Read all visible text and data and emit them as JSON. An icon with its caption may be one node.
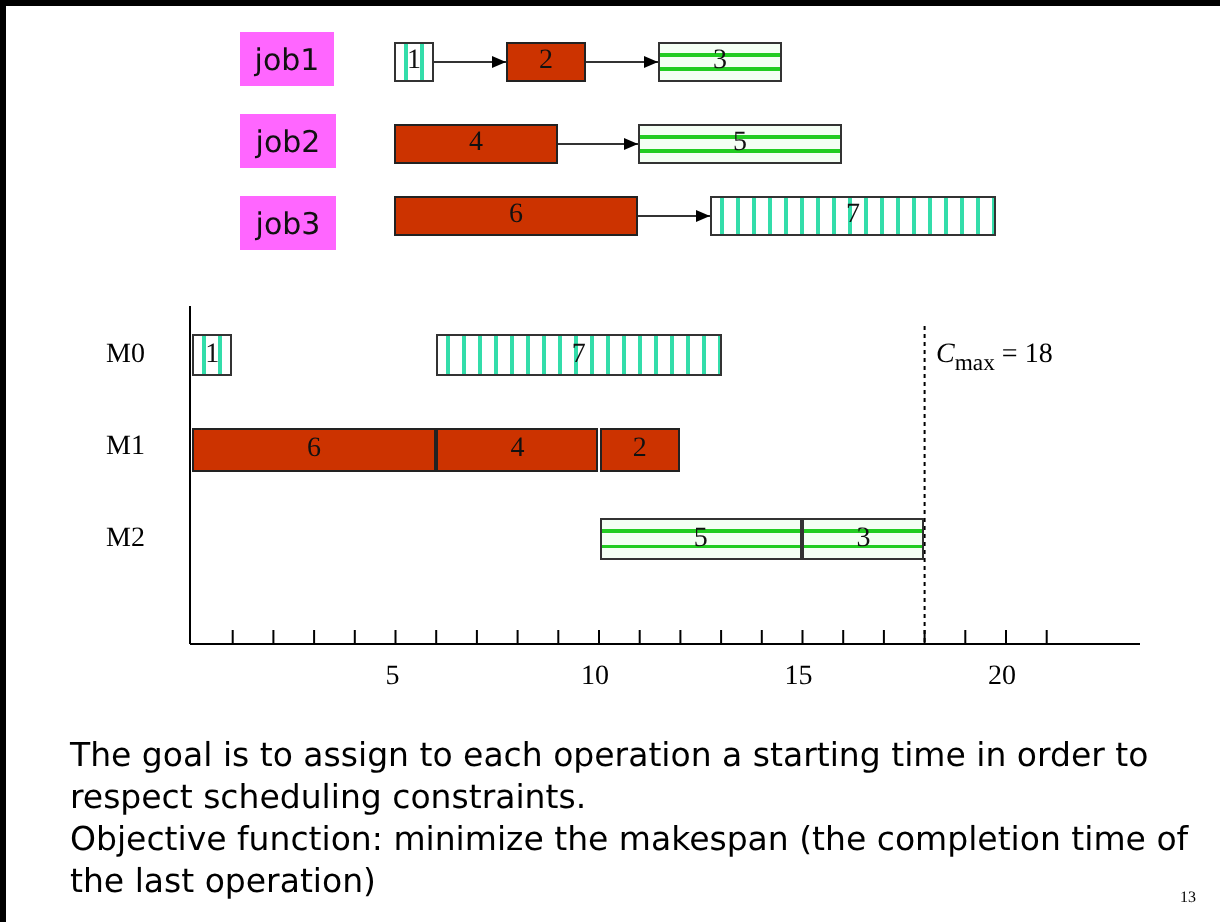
{
  "diagram": {
    "nodes": [
      {
        "text": [
          "job1"
        ]
      },
      {
        "text": [
          "1"
        ]
      },
      {
        "text": [
          "2"
        ]
      },
      {
        "text": [
          "3"
        ]
      },
      {
        "text": [
          "job2"
        ]
      },
      {
        "text": [
          "4"
        ]
      },
      {
        "text": [
          "5"
        ]
      },
      {
        "text": [
          "job3"
        ]
      },
      {
        "text": [
          "6"
        ]
      },
      {
        "text": [
          "7"
        ]
      },
      {
        "text": [
          "1"
        ]
      },
      {
        "text": [
          "7"
        ]
      },
      {
        "text": [
          "6"
        ]
      },
      {
        "text": [
          "4"
        ]
      },
      {
        "text": [
          "2"
        ]
      },
      {
        "text": [
          "5"
        ]
      },
      {
        "text": [
          "3"
        ]
      }
    ],
    "edges": [
      {
        "from": 1,
        "to": 2,
        "arrow": "to"
      },
      {
        "from": 2,
        "to": 3,
        "arrow": "to"
      },
      {
        "from": 5,
        "to": 6,
        "arrow": "to"
      },
      {
        "from": 8,
        "to": 9,
        "arrow": "to"
      }
    ],
    "labels": [
      "M0",
      "M1",
      "M2",
      "*C*$_{max}$ = 18",
      "5",
      "10",
      "15",
      "20",
      "The goal is to assign to each operation a starting time in order to respect scheduling constraints.",
      "Objective function: minimize the makespan (the completion time of the last operation)",
      "13"
    ]
  }
}
